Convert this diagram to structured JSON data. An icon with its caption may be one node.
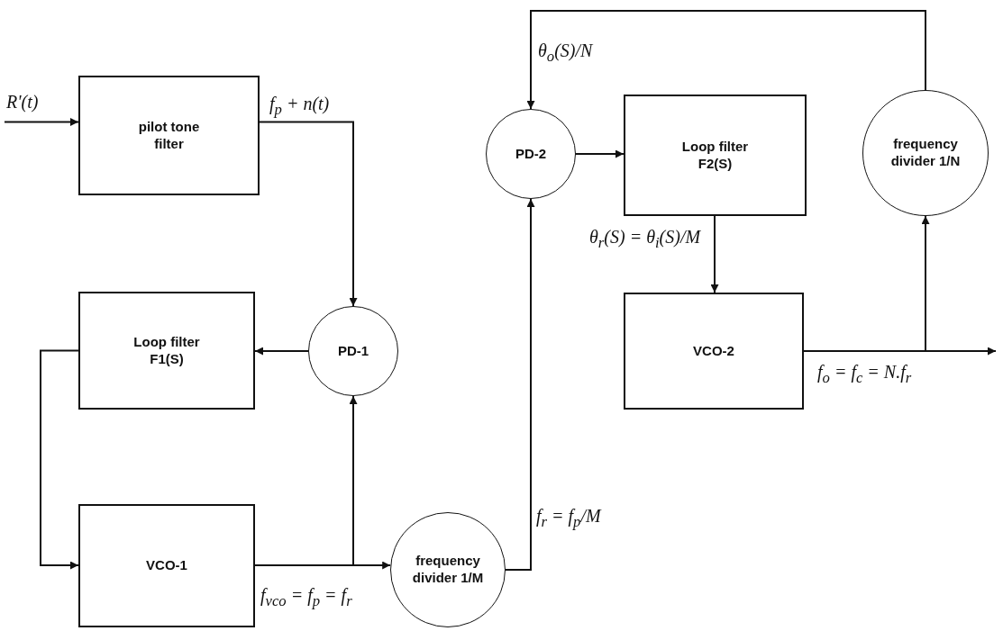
{
  "diagram": {
    "nodes": [
      {
        "text": [
          "pilot tone filter"
        ]
      },
      {
        "text": [
          "Loop filter F1(S)"
        ]
      },
      {
        "text": [
          "PD-1"
        ]
      },
      {
        "text": [
          "VCO-1"
        ]
      },
      {
        "text": [
          "frequency divider 1/M"
        ]
      },
      {
        "text": [
          "PD-2"
        ]
      },
      {
        "text": [
          "Loop filter F2(S)"
        ]
      },
      {
        "text": [
          "VCO-2"
        ]
      },
      {
        "text": [
          "frequency divider 1/N"
        ]
      }
    ],
    "edges": [
      {
        "from": null,
        "to": 0,
        "arrow": "to",
        "label": "R'(t)"
      },
      {
        "from": 0,
        "to": 2,
        "arrow": "to",
        "label": "f$_{p}$ + n(t)"
      },
      {
        "from": 2,
        "to": 1,
        "arrow": "to"
      },
      {
        "from": 1,
        "to": 3,
        "arrow": "to"
      },
      {
        "from": 3,
        "to": 4,
        "arrow": "to",
        "label": "f$_{vco}$ = f$_{p}$ = f$_{r}$"
      },
      {
        "from": 3,
        "to": 2,
        "arrow": "to"
      },
      {
        "from": 4,
        "to": 5,
        "arrow": "to",
        "label": "f$_{r}$ = f$_{p}$/M"
      },
      {
        "from": 5,
        "to": 6,
        "arrow": "to"
      },
      {
        "from": 6,
        "to": 7,
        "arrow": "to",
        "label": "θ$_{r}$(S) = θ$_{i}$(S)/M"
      },
      {
        "from": 7,
        "to": null,
        "arrow": "to",
        "label": "f$_{o}$ = f$_{c}$ = N.f$_{r}$"
      },
      {
        "from": 7,
        "to": 8,
        "arrow": "to"
      },
      {
        "from": 8,
        "to": 5,
        "arrow": "to",
        "label": "θ$_{o}$(S)/N"
      }
    ]
  }
}
